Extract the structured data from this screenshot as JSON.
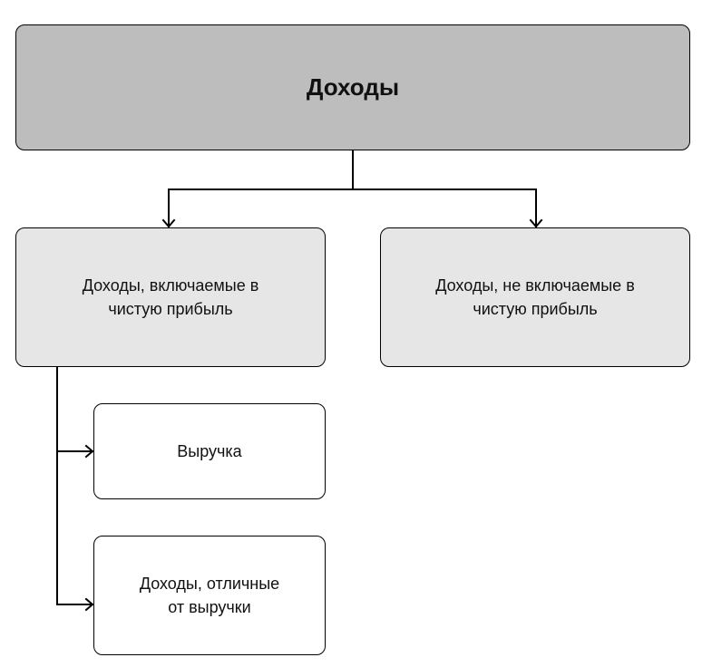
{
  "diagram": {
    "colors": {
      "root_fill": "#bdbdbd",
      "child_fill": "#e6e6e6",
      "leaf_fill": "#ffffff",
      "line": "#000000"
    },
    "root": {
      "label": "Доходы"
    },
    "children": [
      {
        "label_lines": [
          "Доходы, включаемые в",
          "чистую прибыль"
        ],
        "subitems": [
          {
            "label_lines": [
              "Выручка"
            ]
          },
          {
            "label_lines": [
              "Доходы, отличные",
              "от выручки"
            ]
          }
        ]
      },
      {
        "label_lines": [
          "Доходы, не включаемые в",
          "чистую прибыль"
        ]
      }
    ]
  }
}
